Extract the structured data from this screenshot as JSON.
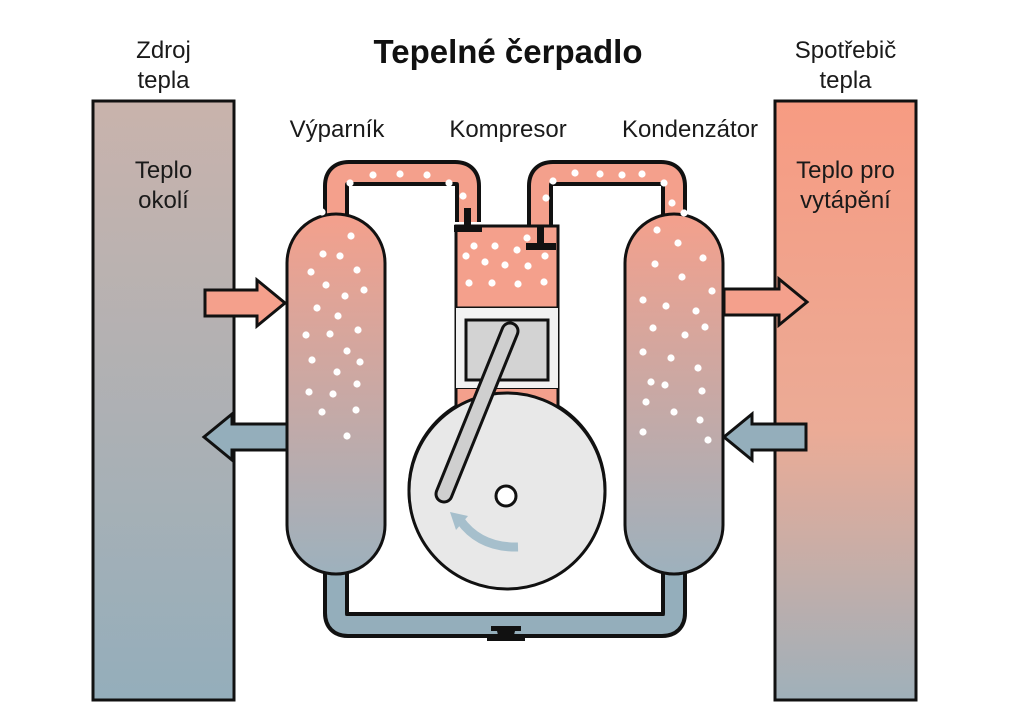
{
  "title": "Tepelné čerpadlo",
  "heat_source": {
    "header_line1": "Zdroj",
    "header_line2": "tepla",
    "inner_line1": "Teplo",
    "inner_line2": "okolí"
  },
  "heat_consumer": {
    "header_line1": "Spotřebič",
    "header_line2": "tepla",
    "inner_line1": "Teplo pro",
    "inner_line2": "vytápění"
  },
  "components": {
    "evaporator": "Výparník",
    "compressor": "Kompresor",
    "condenser": "Kondenzátor"
  },
  "colors": {
    "hot": "#f4a08c",
    "warm_source_top": "#c9b3ac",
    "cold": "#94aebb",
    "outline": "#111111",
    "piston": "#d3d3d3",
    "wheel": "#e8e8e8",
    "rotation_arrow": "#a6bfcc"
  }
}
